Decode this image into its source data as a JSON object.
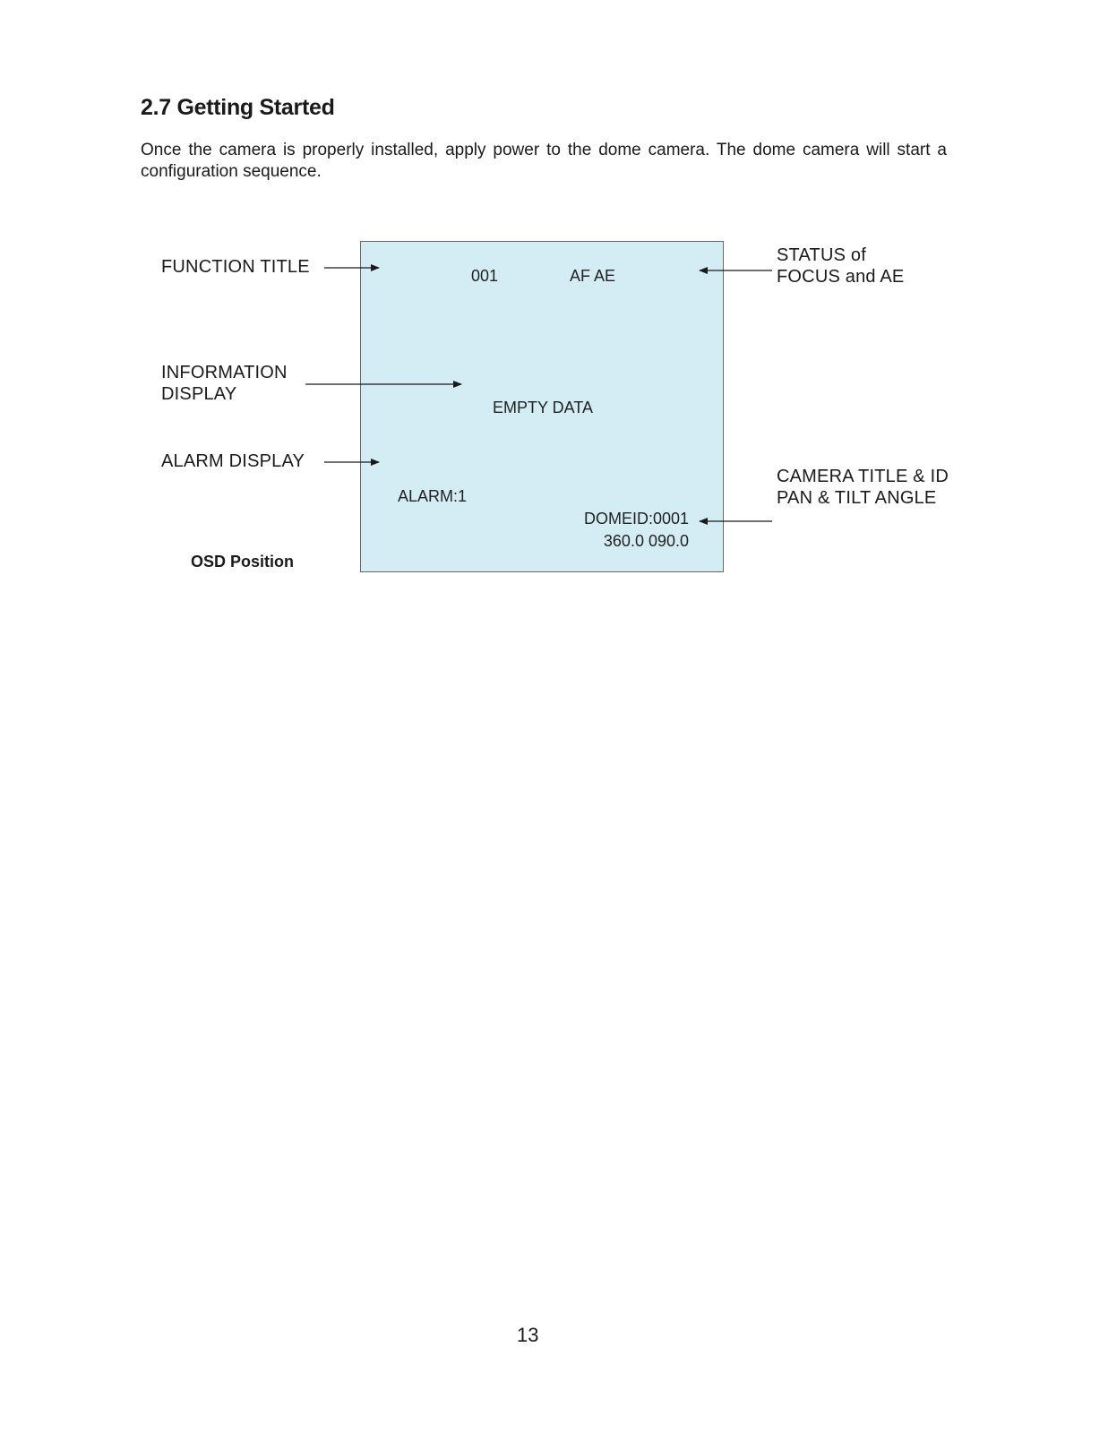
{
  "section": {
    "heading": "2.7 Getting Started",
    "intro": "Once the camera is properly installed, apply power to the dome camera. The dome camera will start a configuration sequence."
  },
  "diagram": {
    "screen": {
      "function_number": "001",
      "focus_ae_status": "AF AE",
      "info_text": "EMPTY DATA",
      "alarm_text": "ALARM:1",
      "dome_id": "DOMEID:0001",
      "pan_tilt": "360.0 090.0",
      "background_color": "#d4edf4"
    },
    "callouts": {
      "function_title": "FUNCTION TITLE",
      "information_display_line1": "INFORMATION",
      "information_display_line2": "DISPLAY",
      "alarm_display": "ALARM DISPLAY",
      "status_line1": "STATUS of",
      "status_line2": "FOCUS and AE",
      "camera_title_line1": "CAMERA TITLE & ID",
      "camera_title_line2": "PAN & TILT ANGLE"
    },
    "caption": "OSD Position"
  },
  "page_number": "13"
}
